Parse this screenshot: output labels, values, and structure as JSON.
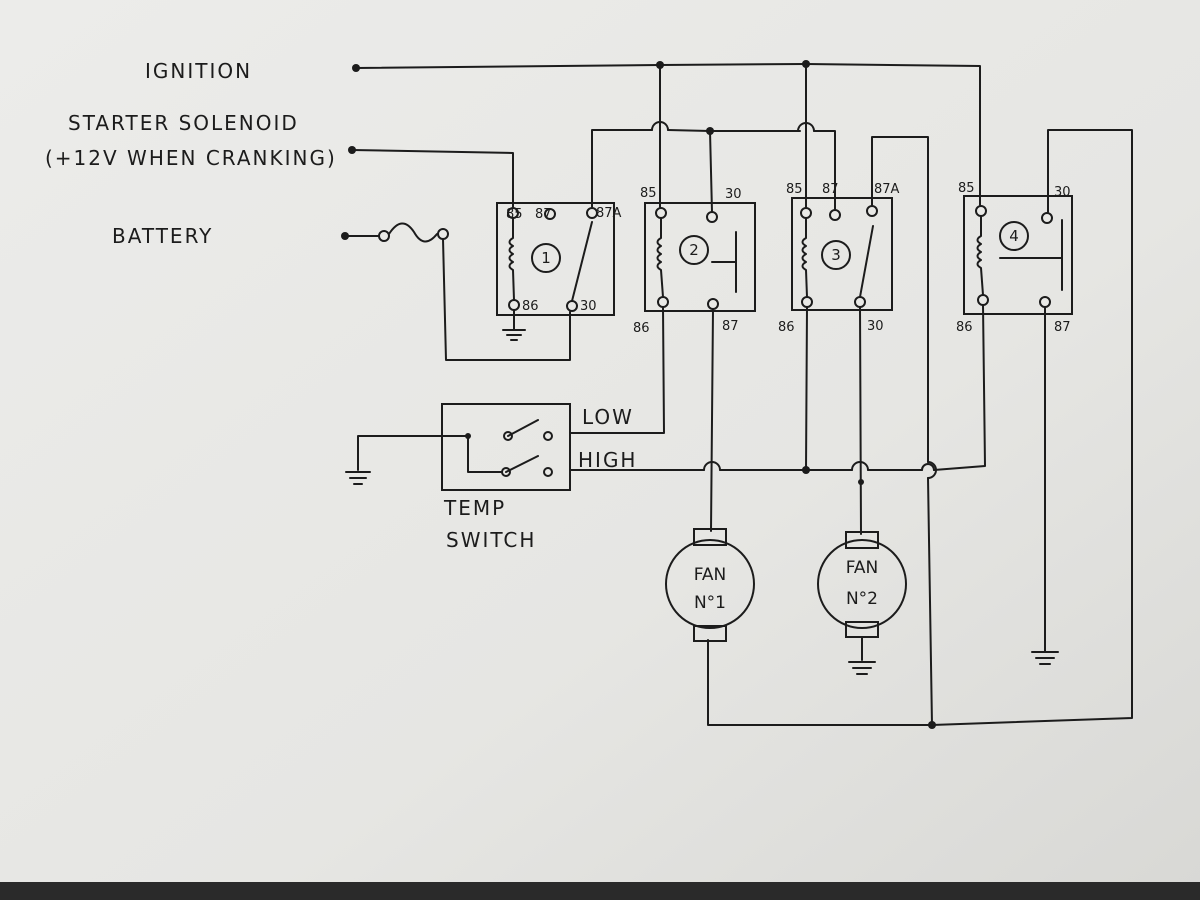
{
  "inputs": {
    "ignition": "IGNITION",
    "starter_solenoid": "STARTER SOLENOID",
    "starter_note": "(+12V WHEN CRANKING)",
    "battery": "BATTERY"
  },
  "relays": [
    {
      "number": "1",
      "pins": {
        "p85": "85",
        "p87": "87",
        "p87a": "87A",
        "p86": "86",
        "p30": "30"
      }
    },
    {
      "number": "2",
      "pins": {
        "p85": "85",
        "p30": "30",
        "p86": "86",
        "p87": "87"
      }
    },
    {
      "number": "3",
      "pins": {
        "p85": "85",
        "p87": "87",
        "p87a": "87A",
        "p86": "86",
        "p30": "30"
      }
    },
    {
      "number": "4",
      "pins": {
        "p85": "85",
        "p30": "30",
        "p86": "86",
        "p87": "87"
      }
    }
  ],
  "temp_switch": {
    "label_line1": "TEMP",
    "label_line2": "SWITCH",
    "low": "LOW",
    "high": "HIGH"
  },
  "fans": [
    {
      "line1": "FAN",
      "line2": "N°1"
    },
    {
      "line1": "FAN",
      "line2": "N°2"
    }
  ]
}
